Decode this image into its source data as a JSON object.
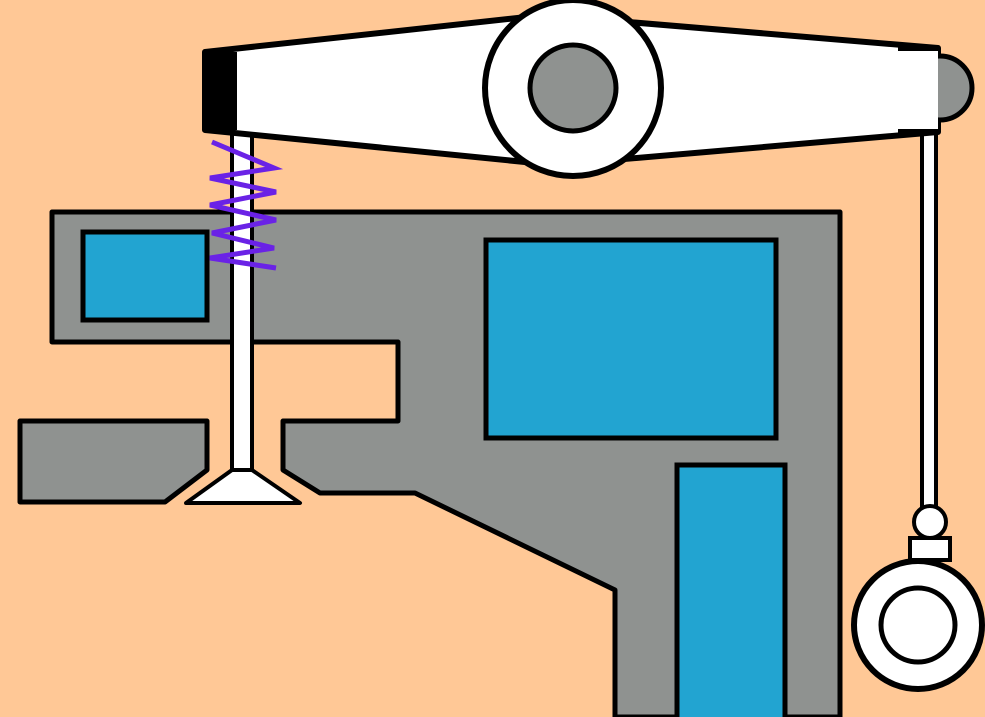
{
  "colors": {
    "background": "#ffc896",
    "head_metal": "#8f9290",
    "coolant": "#22a4d1",
    "rocker": "#ffffff",
    "outline": "#000000",
    "spring": "#6a22e6",
    "pivot": "#8f9290",
    "valve": "#ffffff"
  },
  "parts": [
    "cylinder-head",
    "water-jacket",
    "poppet-valve",
    "valve-spring",
    "rocker-arm",
    "rocker-pivot",
    "pushrod",
    "cam-follower",
    "camshaft-lobe"
  ]
}
